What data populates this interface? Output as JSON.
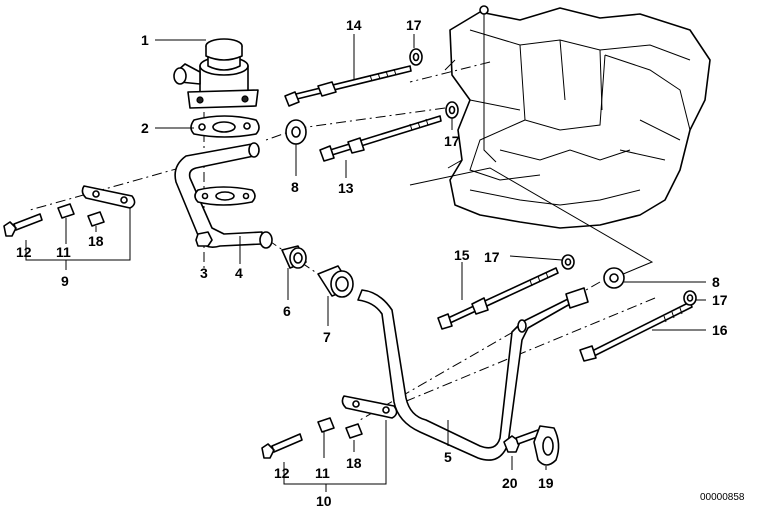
{
  "diagram": {
    "callouts": {
      "c1": "1",
      "c2": "2",
      "c3": "3",
      "c4": "4",
      "c5": "5",
      "c6": "6",
      "c7": "7",
      "c8a": "8",
      "c8b": "8",
      "c9": "9",
      "c10": "10",
      "c11a": "11",
      "c11b": "11",
      "c12a": "12",
      "c12b": "12",
      "c13": "13",
      "c14": "14",
      "c15": "15",
      "c16": "16",
      "c17a": "17",
      "c17b": "17",
      "c17c": "17",
      "c17d": "17",
      "c18a": "18",
      "c18b": "18",
      "c19": "19",
      "c20": "20"
    },
    "document_number": "00000858"
  }
}
